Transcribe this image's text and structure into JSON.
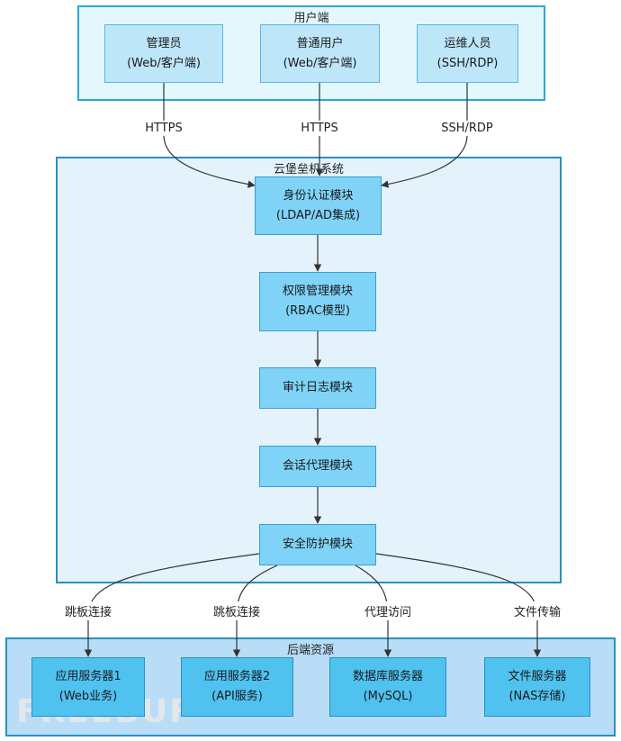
{
  "groups": {
    "client": {
      "title": "用户端"
    },
    "system": {
      "title": "云堡垒机系统"
    },
    "backend": {
      "title": "后端资源"
    }
  },
  "nodes": {
    "admin": {
      "line1": "管理员",
      "line2": "(Web/客户端)"
    },
    "user": {
      "line1": "普通用户",
      "line2": "(Web/客户端)"
    },
    "ops": {
      "line1": "运维人员",
      "line2": "(SSH/RDP)"
    },
    "auth": {
      "line1": "身份认证模块",
      "line2": "(LDAP/AD集成)"
    },
    "rbac": {
      "line1": "权限管理模块",
      "line2": "(RBAC模型)"
    },
    "audit": {
      "line1": "审计日志模块"
    },
    "proxy": {
      "line1": "会话代理模块"
    },
    "security": {
      "line1": "安全防护模块"
    },
    "app1": {
      "line1": "应用服务器1",
      "line2": "(Web业务)"
    },
    "app2": {
      "line1": "应用服务器2",
      "line2": "(API服务)"
    },
    "db": {
      "line1": "数据库服务器",
      "line2": "(MySQL)"
    },
    "file": {
      "line1": "文件服务器",
      "line2": "(NAS存储)"
    }
  },
  "edges": {
    "admin_auth": "HTTPS",
    "user_auth": "HTTPS",
    "ops_auth": "SSH/RDP",
    "sec_app1": "跳板连接",
    "sec_app2": "跳板连接",
    "sec_db": "代理访问",
    "sec_file": "文件传输"
  },
  "watermark": "FREEBUF",
  "colors": {
    "client_group_bg": "#e3f7fd",
    "system_group_bg": "#e3f2fb",
    "backend_group_bg": "#b9ddf7",
    "group_border": "#2a8fc4",
    "edge": "#333333"
  }
}
